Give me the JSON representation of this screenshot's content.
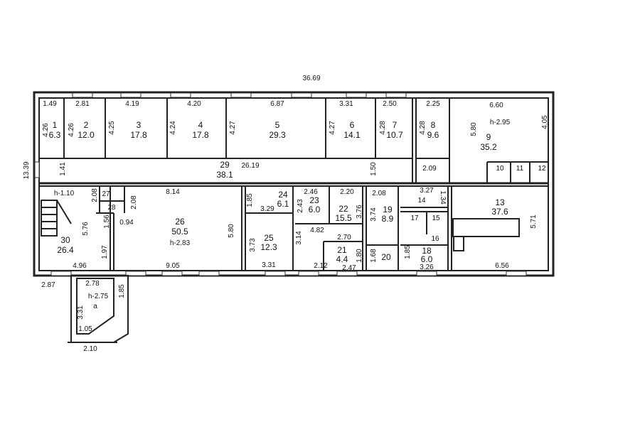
{
  "overall": {
    "length": "36.69",
    "width": "13.39"
  },
  "rooms": {
    "r1": {
      "num": "1",
      "area": "6.3"
    },
    "r2": {
      "num": "2",
      "area": "12.0"
    },
    "r3": {
      "num": "3",
      "area": "17.8"
    },
    "r4": {
      "num": "4",
      "area": "17.8"
    },
    "r5": {
      "num": "5",
      "area": "29.3"
    },
    "r6": {
      "num": "6",
      "area": "14.1"
    },
    "r7": {
      "num": "7",
      "area": "10.7"
    },
    "r8": {
      "num": "8",
      "area": "9.6"
    },
    "r9": {
      "num": "9",
      "area": "35.2",
      "height": "h-2.95"
    },
    "r10": {
      "num": "10"
    },
    "r11": {
      "num": "11"
    },
    "r12": {
      "num": "12"
    },
    "r13": {
      "num": "13",
      "area": "37.6"
    },
    "r14": {
      "num": "14"
    },
    "r15": {
      "num": "15"
    },
    "r16": {
      "num": "16"
    },
    "r17": {
      "num": "17"
    },
    "r18": {
      "num": "18",
      "area": "6.0"
    },
    "r19": {
      "num": "19",
      "area": "8.9"
    },
    "r20": {
      "num": "20"
    },
    "r21": {
      "num": "21",
      "area": "4.4"
    },
    "r22": {
      "num": "22",
      "area": "15.5"
    },
    "r23": {
      "num": "23",
      "area": "6.0"
    },
    "r24": {
      "num": "24",
      "area": "6.1"
    },
    "r25": {
      "num": "25",
      "area": "12.3"
    },
    "r26": {
      "num": "26",
      "area": "50.5",
      "height": "h-2.83"
    },
    "r27": {
      "num": "27"
    },
    "r28": {
      "num": "28"
    },
    "r29": {
      "num": "29",
      "area": "38.1"
    },
    "r30": {
      "num": "30",
      "area": "26.4",
      "height": "h-1.10"
    },
    "annex": {
      "num": "a",
      "height": "h-2.75"
    }
  },
  "dims": [
    "1.49",
    "4.26",
    "2.81",
    "4.26",
    "4.19",
    "4.25",
    "4.20",
    "4.24",
    "6.87",
    "4.27",
    "3.31",
    "4.27",
    "2.50",
    "4.28",
    "2.25",
    "4.28",
    "6.60",
    "5.80",
    "4.05",
    "1.41",
    "26.19",
    "1.50",
    "2.09",
    "2.08",
    "2.08",
    "8.14",
    "0.94",
    "1.56",
    "5.76",
    "1.97",
    "4.96",
    "5.80",
    "9.05",
    "1.85",
    "3.29",
    "2.46",
    "2.43",
    "2.20",
    "3.76",
    "4.82",
    "3.14",
    "3.73",
    "3.31",
    "2.70",
    "1.80",
    "2.12",
    "2.47",
    "2.08",
    "3.74",
    "3.27",
    "1.34",
    "1.68",
    "1.85",
    "3.26",
    "5.71",
    "6.56",
    "2.87",
    "2.78",
    "1.85",
    "3.31",
    "1.05",
    "2.10"
  ]
}
